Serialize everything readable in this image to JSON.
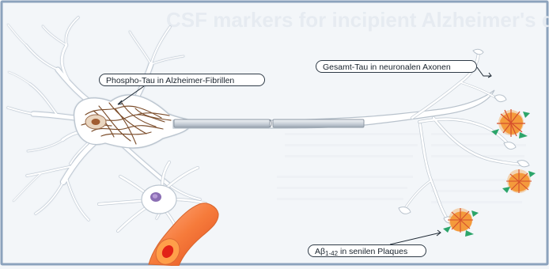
{
  "title": "CSF markers for incipient Alzheimer's disease",
  "labels": {
    "phospho_tau": "Phospho-Tau in Alzheimer-Fibrillen",
    "total_tau": "Gesamt-Tau in neuronalen Axonen",
    "abeta_prefix": "Aβ",
    "abeta_subscript": "1-42",
    "abeta_suffix": " in senilen Plaques"
  },
  "colors": {
    "background": "#f3f6f9",
    "frame": "#8ca3bd",
    "neuron_fill": "#ffffff",
    "neuron_outline": "#c2ccd6",
    "fibrils": "#7b4d2b",
    "axon_sheath": "#cfd5dc",
    "plaque_core": "#f7a84d",
    "plaque_accent": "#2ca56a",
    "vessel": "#f57b3a",
    "vessel_core": "#e42318"
  },
  "icons": {
    "neuron": "neuron-cell",
    "glial_cell": "glial-cell",
    "plaque": "amyloid-plaque",
    "blood_vessel": "blood-vessel"
  }
}
